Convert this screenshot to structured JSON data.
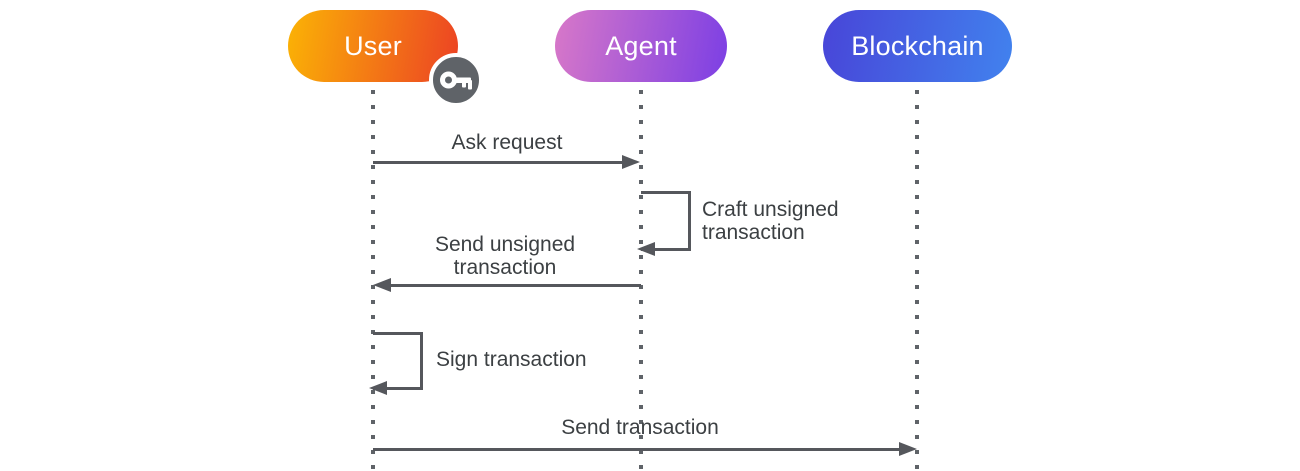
{
  "diagram": {
    "type": "sequence",
    "background": "#ffffff",
    "colors": {
      "message_line": "#55575c",
      "lifeline_dot": "#5f6368",
      "label_text": "#3c4043",
      "actor_text": "#ffffff",
      "badge_background": "#5f6368",
      "badge_glyph": "#ffffff"
    },
    "actors": [
      {
        "label": "User",
        "gradient_from": "#fbb305",
        "gradient_to": "#ec4224",
        "badge_icon": "key-icon"
      },
      {
        "label": "Agent",
        "gradient_from": "#d878c8",
        "gradient_to": "#7c3fe4"
      },
      {
        "label": "Blockchain",
        "gradient_from": "#4845d8",
        "gradient_to": "#4182ee"
      }
    ],
    "messages": [
      {
        "label": "Ask request",
        "from": "User",
        "to": "Agent",
        "kind": "arrow"
      },
      {
        "label": "Craft unsigned transaction",
        "from": "Agent",
        "to": "Agent",
        "kind": "self-loop"
      },
      {
        "label": "Send unsigned transaction",
        "from": "Agent",
        "to": "User",
        "kind": "arrow"
      },
      {
        "label": "Sign transaction",
        "from": "User",
        "to": "User",
        "kind": "self-loop"
      },
      {
        "label": "Send transaction",
        "from": "User",
        "to": "Blockchain",
        "kind": "arrow"
      }
    ]
  }
}
